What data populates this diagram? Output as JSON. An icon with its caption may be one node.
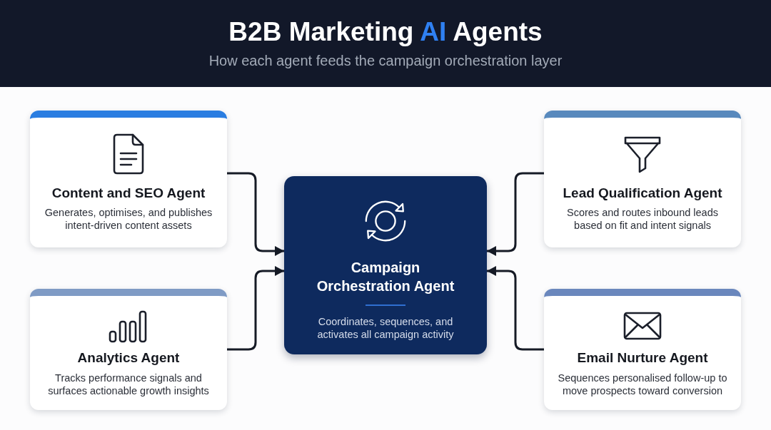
{
  "diagram": {
    "title": "B2B Marketing **AI** Agents",
    "nodes": [
      {
        "text": [
          "Content and SEO Agent",
          "Generates, optimises, and publishes intent-driven content assets"
        ]
      },
      {
        "text": [
          "Campaign Orchestration Agent",
          "Coordinates, sequences, and activates all campaign activity"
        ]
      },
      {
        "text": [
          "Lead Qualification Agent",
          "Scores and routes inbound leads based on fit and intent signals"
        ]
      },
      {
        "text": [
          "Analytics Agent",
          "Tracks performance signals and surfaces actionable growth insights"
        ]
      },
      {
        "text": [
          "Email Nurture Agent",
          "Sequences personalised follow-up to move prospects toward conversion"
        ]
      }
    ],
    "edges": [
      {
        "from": 0,
        "to": 1,
        "arrow": "to"
      },
      {
        "from": 2,
        "to": 1,
        "arrow": "to"
      },
      {
        "from": 3,
        "to": 1,
        "arrow": "to"
      },
      {
        "from": 4,
        "to": 1,
        "arrow": "to"
      }
    ],
    "labels": [
      "How each agent feeds the campaign orchestration layer"
    ]
  }
}
